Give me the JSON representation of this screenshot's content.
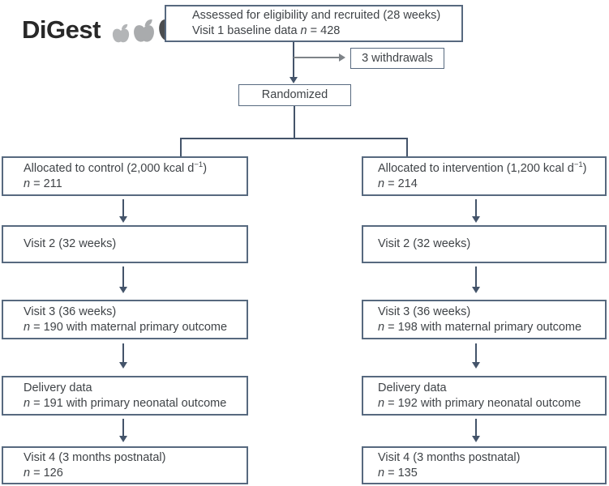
{
  "logo": {
    "text": "DiGest",
    "apples": [
      {
        "name": "apple-light",
        "color": "#b3b5b7"
      },
      {
        "name": "apple-medium",
        "color": "#a9abad"
      },
      {
        "name": "apple-dark",
        "color": "#4b4d4f"
      }
    ]
  },
  "colors": {
    "box-border": "#57697f",
    "connector": "#44546a",
    "gray-arrow": "#7e8388",
    "text": "#3f4347"
  },
  "boxes": {
    "assessed": {
      "line1": "Assessed for eligibility and recruited (28 weeks)",
      "line2_pre": "Visit 1 baseline data ",
      "line2_n": "n",
      "line2_post": " = 428"
    },
    "withdrawals": {
      "label": "3 withdrawals"
    },
    "randomized": {
      "label": "Randomized"
    },
    "alloc_control": {
      "line1_pre": "Allocated to control (2,000 kcal d",
      "line1_sup": "−1",
      "line1_post": ")",
      "line2_n": "n",
      "line2_post": " = 211"
    },
    "alloc_intervention": {
      "line1_pre": "Allocated to intervention (1,200 kcal d",
      "line1_sup": "−1",
      "line1_post": ")",
      "line2_n": "n",
      "line2_post": " = 214"
    },
    "visit2_control": {
      "line1": "Visit 2 (32 weeks)"
    },
    "visit2_intervention": {
      "line1": "Visit 2 (32 weeks)"
    },
    "visit3_control": {
      "line1": "Visit 3 (36 weeks)",
      "line2_n": "n",
      "line2_post": " = 190 with maternal primary outcome"
    },
    "visit3_intervention": {
      "line1": "Visit 3 (36 weeks)",
      "line2_n": "n",
      "line2_post": " = 198 with maternal primary outcome"
    },
    "delivery_control": {
      "line1": "Delivery data",
      "line2_n": "n",
      "line2_post": " = 191 with primary neonatal outcome"
    },
    "delivery_intervention": {
      "line1": "Delivery data",
      "line2_n": "n",
      "line2_post": " = 192 with primary neonatal outcome"
    },
    "visit4_control": {
      "line1": "Visit 4 (3 months postnatal)",
      "line2_n": "n",
      "line2_post": " = 126"
    },
    "visit4_intervention": {
      "line1": "Visit 4 (3 months postnatal)",
      "line2_n": "n",
      "line2_post": " = 135"
    }
  }
}
